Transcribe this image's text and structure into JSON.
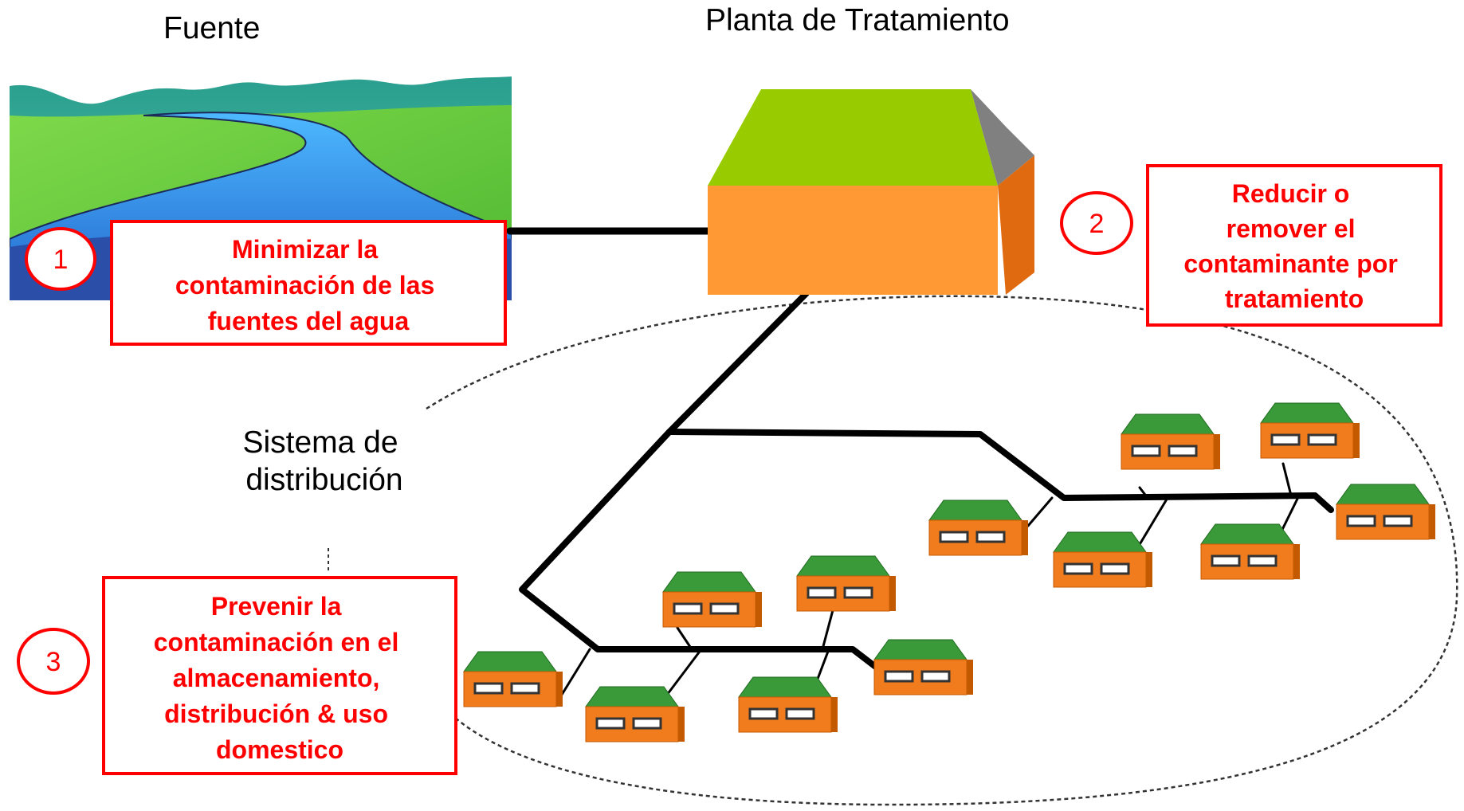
{
  "labels": {
    "source": "Fuente",
    "plant": "Planta de Tratamiento",
    "distribution_line1": "Sistema de",
    "distribution_line2": "distribución"
  },
  "callouts": [
    {
      "number": "1",
      "lines": [
        "Minimizar la",
        "contaminación de las",
        "fuentes del agua"
      ]
    },
    {
      "number": "2",
      "lines": [
        "Reducir o",
        "remover el",
        "contaminante por",
        "tratamiento"
      ]
    },
    {
      "number": "3",
      "lines": [
        "Prevenir la",
        "contaminación en el",
        "almacenamiento,",
        "distribución & uso",
        "domestico"
      ]
    }
  ],
  "colors": {
    "accent": "#ff0000",
    "pipe": "#000000",
    "roof": "#3a9a3a",
    "house_wall": "#f07c1e",
    "plant_roof": "#99cc00",
    "plant_wall": "#ff9933",
    "plant_side": "#808080",
    "water": "#3399ff",
    "hills": "#66cc33",
    "sky_hills": "#2a9f8f"
  },
  "icons": [
    "river-landscape-icon",
    "treatment-plant-icon",
    "house-icon"
  ]
}
